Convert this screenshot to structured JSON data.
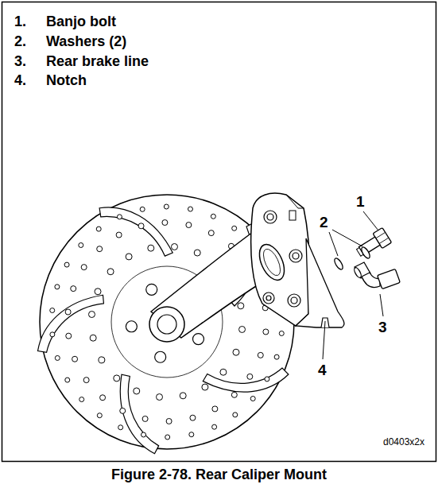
{
  "diagram": {
    "caption": "Figure 2-78. Rear Caliper Mount",
    "labels": [
      "1.",
      "Banjo bolt",
      "2.",
      "Washers (2)",
      "3.",
      "Rear brake line",
      "4.",
      "Notch",
      "1",
      "2",
      "3",
      "4",
      "d0403x2x"
    ]
  }
}
